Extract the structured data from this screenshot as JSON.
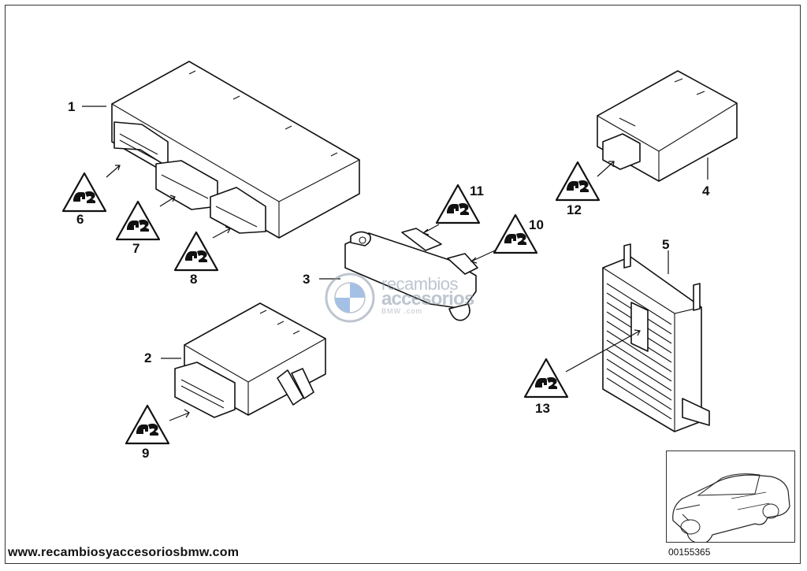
{
  "diagram": {
    "part_numbers": [
      "1",
      "2",
      "3",
      "4",
      "5"
    ],
    "callout_numbers": [
      "6",
      "7",
      "8",
      "9",
      "10",
      "11",
      "12",
      "13"
    ],
    "diagram_code": "00155365"
  },
  "watermark": {
    "line1": "recambios",
    "line2": "accesorios",
    "line3": "BMW .com"
  },
  "footer": {
    "website": "www.recambiosyaccesoriosbmw.com"
  }
}
